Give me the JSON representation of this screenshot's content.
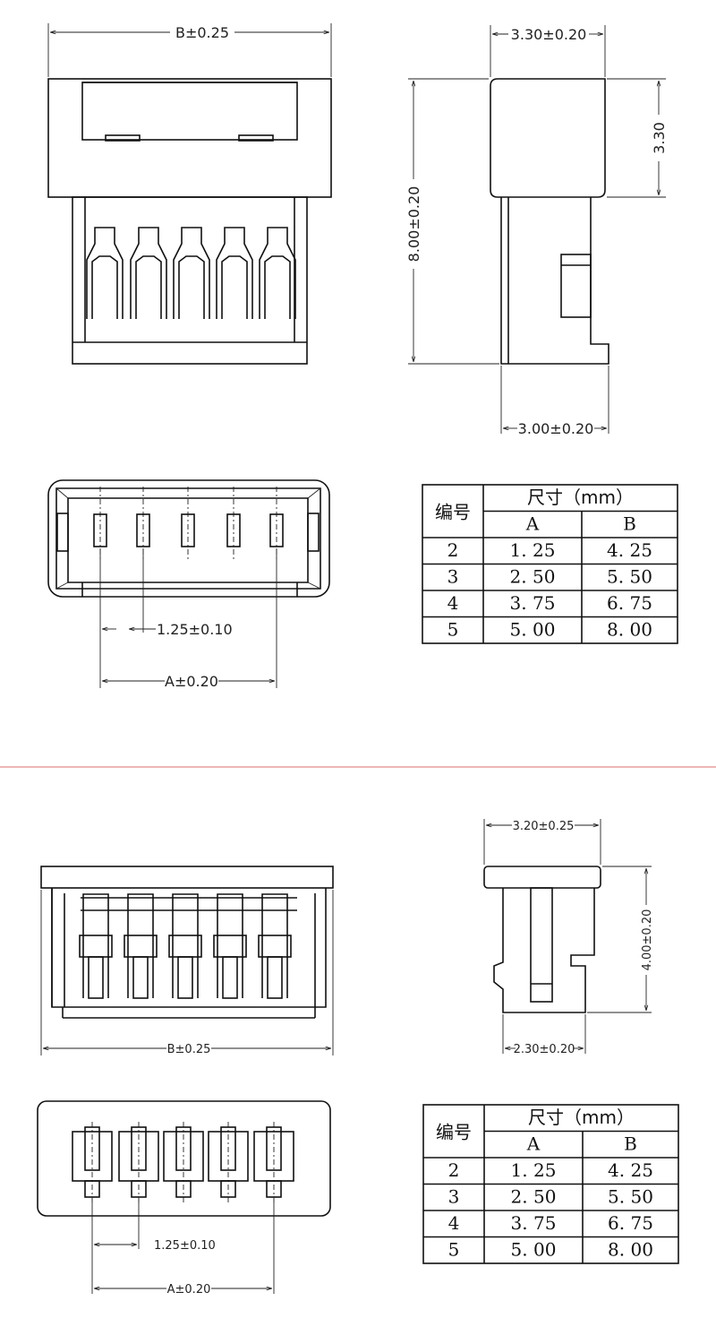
{
  "divider_color": "#e48b8b",
  "top": {
    "front_width": "B±0.25",
    "side_width": "3.30±0.20",
    "side_top_height": "3.30",
    "side_height": "8.00±0.20",
    "side_bottom_width": "3.00±0.20",
    "pitch": "1.25±0.10",
    "span": "A±0.20"
  },
  "bottom": {
    "side_width": "3.20±0.25",
    "side_height": "4.00±0.20",
    "side_bottom_width": "2.30±0.20",
    "front_width": "B±0.25",
    "pitch": "1.25±0.10",
    "span": "A±0.20"
  },
  "table": {
    "col_code": "编号",
    "col_size": "尺寸（mm）",
    "col_a": "A",
    "col_b": "B",
    "rows": [
      [
        "2",
        "1. 25",
        "4. 25"
      ],
      [
        "3",
        "2. 50",
        "5. 50"
      ],
      [
        "4",
        "3. 75",
        "6. 75"
      ],
      [
        "5",
        "5. 00",
        "8. 00"
      ]
    ]
  }
}
